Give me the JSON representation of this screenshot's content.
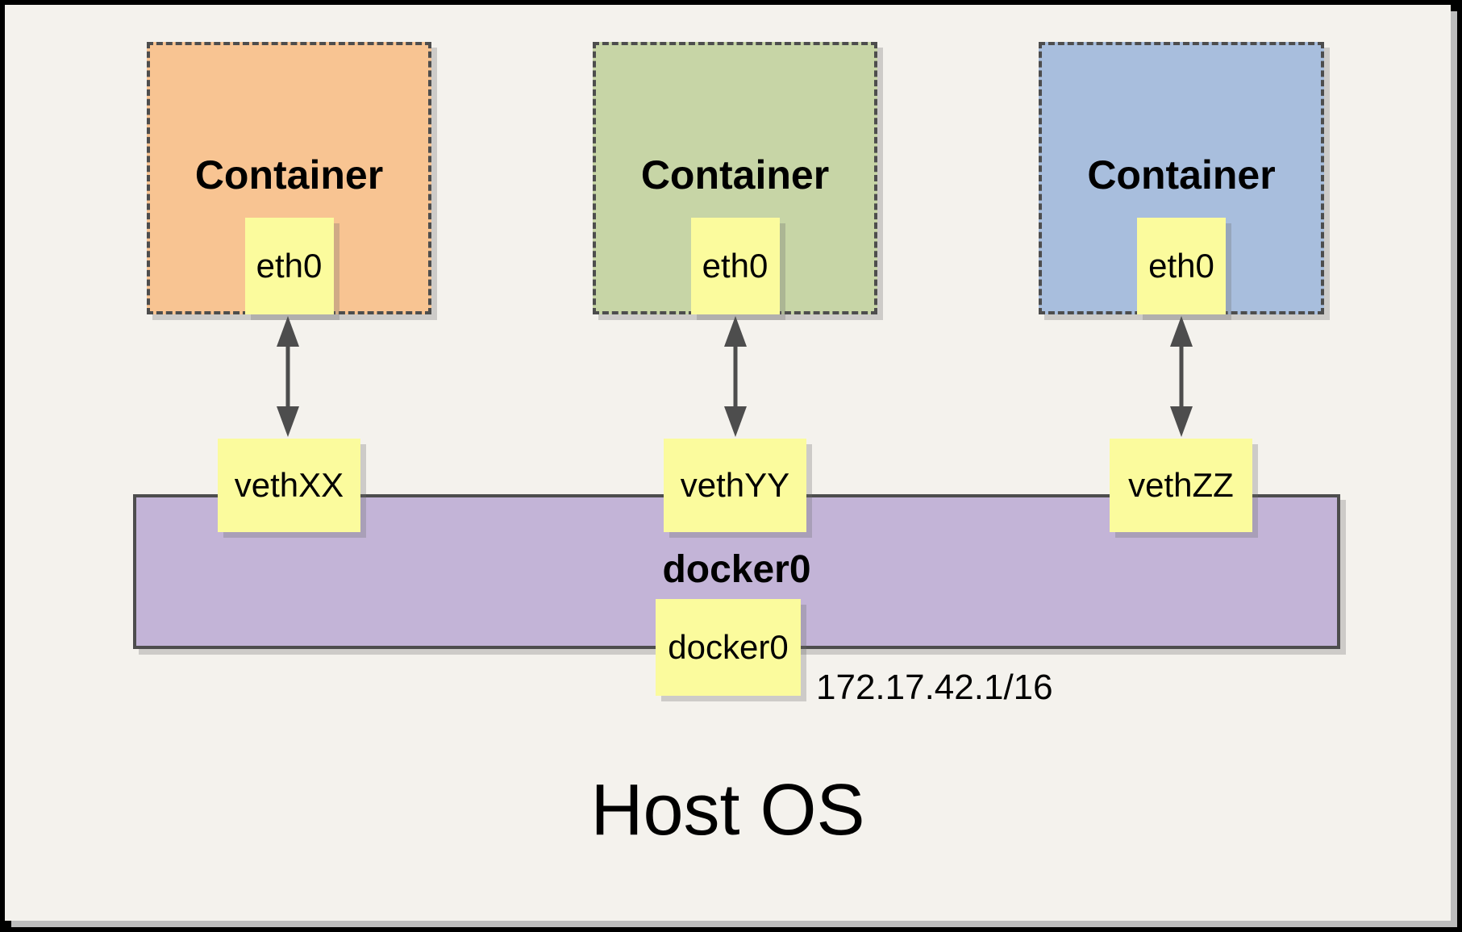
{
  "containers": [
    {
      "title": "Container",
      "interface_label": "eth0",
      "veth_label": "vethXX",
      "fill": "#F8C492"
    },
    {
      "title": "Container",
      "interface_label": "eth0",
      "veth_label": "vethYY",
      "fill": "#C7D5A6"
    },
    {
      "title": "Container",
      "interface_label": "eth0",
      "veth_label": "vethZZ",
      "fill": "#A8BEDD"
    }
  ],
  "bridge": {
    "label": "docker0",
    "interface_label": "docker0",
    "ip_cidr": "172.17.42.1/16",
    "fill": "#C3B4D7"
  },
  "host": {
    "label": "Host OS"
  },
  "colors": {
    "canvas_background": "#F4F2ED",
    "note_yellow": "#FBFB9D",
    "line_gray": "#4D4D4D",
    "frame_black": "#000000",
    "shadow_gray": "#BDBDBD"
  }
}
